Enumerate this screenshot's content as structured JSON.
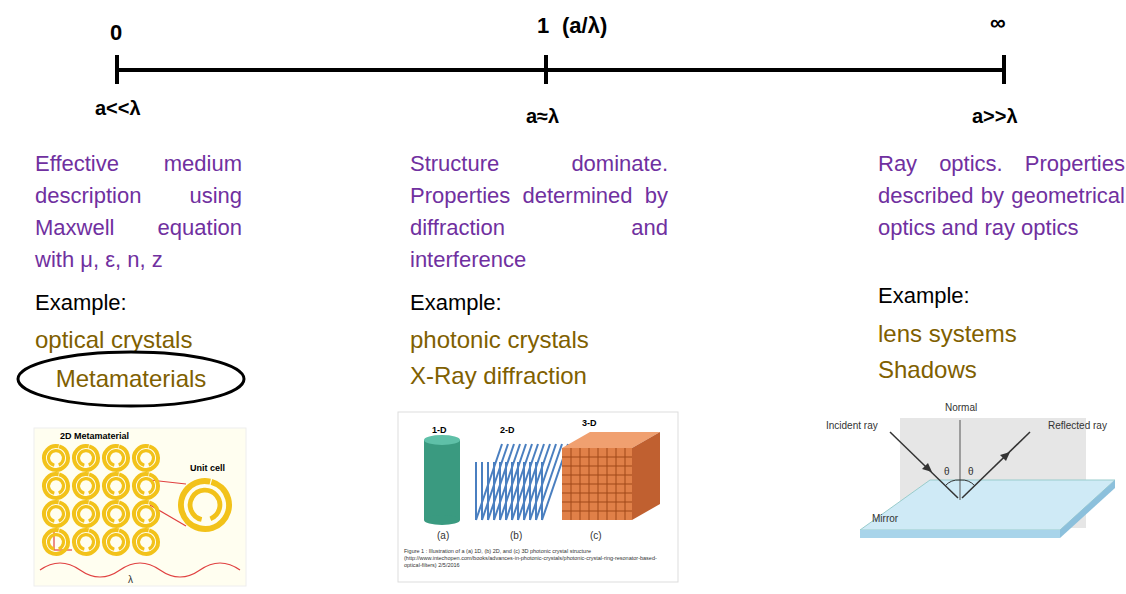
{
  "diagram": {
    "nodes": [
      {
        "text": [
          "Metamaterials"
        ]
      }
    ],
    "labels": [
      "0",
      "1",
      "(a/λ)",
      "∞",
      "a<<λ",
      "a≈λ",
      "a>>λ",
      "Effective medium description using Maxwell equation with μ, ε, n, z",
      "Structure dominate. Properties determined by diffraction and interference",
      "Ray optics. Properties described by geometrical optics and ray optics",
      "Example:",
      "optical crystals",
      "Example:",
      "photonic crystals",
      "X-Ray diffraction",
      "Example:",
      "lens systems",
      "Shadows",
      "2D Metamaterial",
      "Unit cell",
      "λ",
      "1-D",
      "2-D",
      "3-D",
      "(a)",
      "(b)",
      "(c)",
      "Figure 1 : Illustration of a (a) 1D, (b) 2D, and (c) 3D photonic crystal structure (http://www.intechopen.com/books/advances-in-photonic-crystals/photonic-crystal-ring-resonator-based-optical-filters) 2/5/2016",
      "Normal",
      "Incident ray",
      "Reflected ray",
      "θ",
      "θ",
      "Mirror"
    ]
  }
}
